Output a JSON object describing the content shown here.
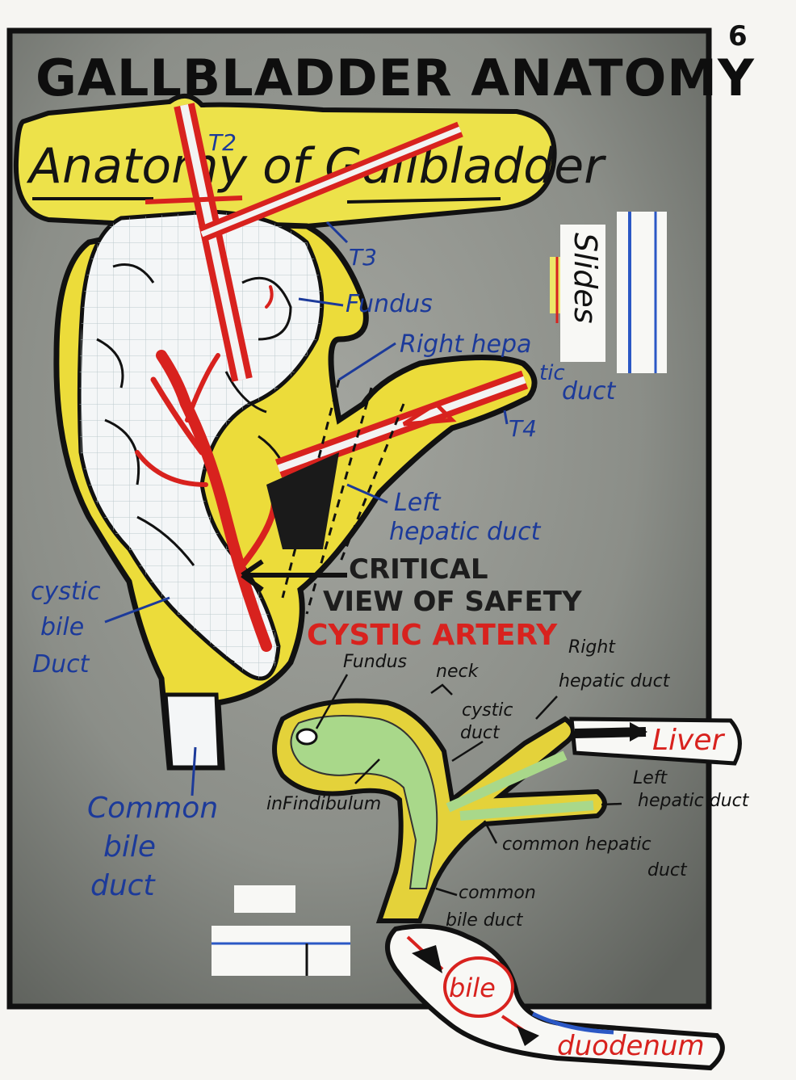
{
  "page_number": "6",
  "title": "GALLBLADDER ANATOMY",
  "banner": "Anatomy of Gallbladder",
  "tags": {
    "t2": "T2",
    "t3": "T3",
    "t4": "T4"
  },
  "labels": {
    "fundus_top": "Fundus",
    "right_hepatic_1": "Right hepa",
    "right_hepatic_2": "tic",
    "right_hepatic_3": "duct",
    "left_hepatic_1": "Left",
    "left_hepatic_2": "hepatic duct",
    "critical_1": "CRITICAL",
    "critical_2": "VIEW OF SAFETY",
    "cystic_artery": "CYSTIC ARTERY",
    "cystic_bile_1": "cystic",
    "cystic_bile_2": "bile",
    "cystic_bile_3": "Duct",
    "cbd_1": "Common",
    "cbd_2": "bile",
    "cbd_3": "duct",
    "scrap_text": "Slides"
  },
  "small_diagram": {
    "fundus": "Fundus",
    "neck": "neck",
    "right_hepatic_1": "Right",
    "right_hepatic_2": "hepatic duct",
    "cystic_1": "cystic",
    "cystic_2": "duct",
    "infundibulum": "inFindibulum",
    "left_hepatic_1": "Left",
    "left_hepatic_2": "hepatic duct",
    "common_hepatic_1": "common hepatic",
    "common_hepatic_2": "duct",
    "cbd_1": "common",
    "cbd_2": "bile duct"
  },
  "liver": "Liver",
  "bile": "bile",
  "duodenum": "duodenum",
  "colors": {
    "paper": "#f6f5f2",
    "slate": "#8a8d86",
    "ink": "#141414",
    "yellow": "#ecdc3a",
    "red": "#d8221e",
    "blue": "#1c3a9a",
    "green": "#a9d88a"
  }
}
